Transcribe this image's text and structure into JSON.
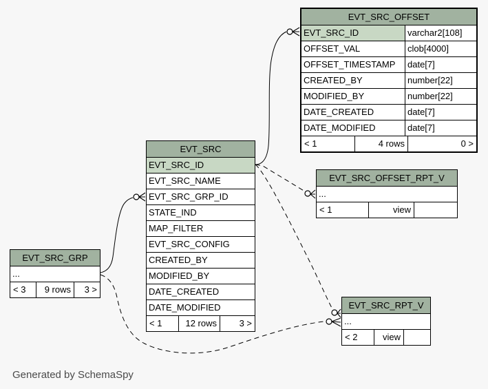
{
  "canvas": {
    "credit": "Generated by SchemaSpy"
  },
  "colors": {
    "canvas_bg": "#f7f7f7",
    "header_bg": "#a1b2a0",
    "key_bg": "#c8d8c4",
    "border": "#000000",
    "credit_text": "#4a4a4a"
  },
  "tables": {
    "evt_src_offset": {
      "title": "EVT_SRC_OFFSET",
      "columns": [
        {
          "name": "EVT_SRC_ID",
          "type": "varchar2[108]"
        },
        {
          "name": "OFFSET_VAL",
          "type": "clob[4000]"
        },
        {
          "name": "OFFSET_TIMESTAMP",
          "type": "date[7]"
        },
        {
          "name": "CREATED_BY",
          "type": "number[22]"
        },
        {
          "name": "MODIFIED_BY",
          "type": "number[22]"
        },
        {
          "name": "DATE_CREATED",
          "type": "date[7]"
        },
        {
          "name": "DATE_MODIFIED",
          "type": "date[7]"
        }
      ],
      "footer": {
        "left": "< 1",
        "center": "4 rows",
        "right": "0 >"
      }
    },
    "evt_src": {
      "title": "EVT_SRC",
      "columns": [
        {
          "name": "EVT_SRC_ID"
        },
        {
          "name": "EVT_SRC_NAME"
        },
        {
          "name": "EVT_SRC_GRP_ID"
        },
        {
          "name": "STATE_IND"
        },
        {
          "name": "MAP_FILTER"
        },
        {
          "name": "EVT_SRC_CONFIG"
        },
        {
          "name": "CREATED_BY"
        },
        {
          "name": "MODIFIED_BY"
        },
        {
          "name": "DATE_CREATED"
        },
        {
          "name": "DATE_MODIFIED"
        }
      ],
      "footer": {
        "left": "< 1",
        "center": "12 rows",
        "right": "3 >"
      }
    },
    "evt_src_grp": {
      "title": "EVT_SRC_GRP",
      "ellipsis": "...",
      "footer": {
        "left": "< 3",
        "center": "9 rows",
        "right": "3 >"
      }
    },
    "evt_src_offset_rpt_v": {
      "title": "EVT_SRC_OFFSET_RPT_V",
      "ellipsis": "...",
      "footer": {
        "left": "< 1",
        "center": "view",
        "right": ""
      }
    },
    "evt_src_rpt_v": {
      "title": "EVT_SRC_RPT_V",
      "ellipsis": "...",
      "footer": {
        "left": "< 2",
        "center": "view",
        "right": ""
      }
    }
  }
}
